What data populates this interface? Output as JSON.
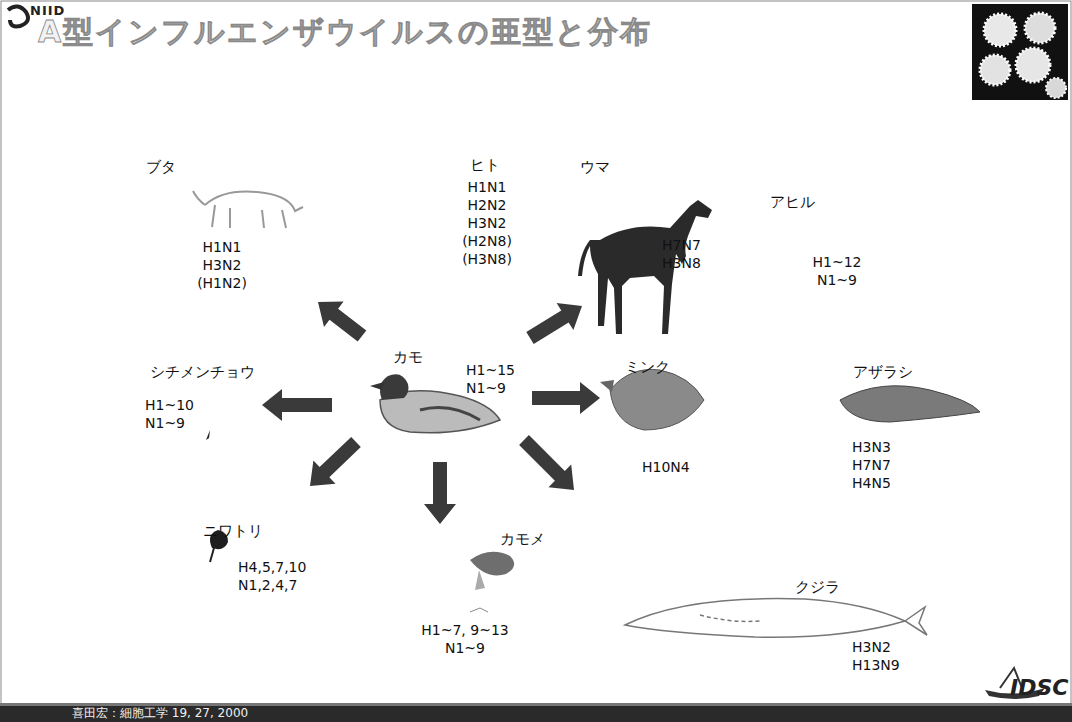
{
  "diagram": {
    "title": "A型インフルエンザウイルスの亜型と分布",
    "nodes": [
      {
        "text": [
          "ブタ",
          "H1N1 H3N2 (H1N2)"
        ]
      },
      {
        "text": [
          "ヒト",
          "H1N1 H2N2 H3N2 (H2N8) (H3N8)"
        ]
      },
      {
        "text": [
          "ウマ",
          "H7N7 H3N8"
        ]
      },
      {
        "text": [
          "アヒル",
          "H1~12 N1~9"
        ]
      },
      {
        "text": [
          "シチメンチョウ",
          "H1~10 N1~9"
        ]
      },
      {
        "text": [
          "カモ",
          "H1~15 N1~9"
        ]
      },
      {
        "text": [
          "ミンク",
          "H10N4"
        ]
      },
      {
        "text": [
          "アザラシ",
          "H3N3 H7N7 H4N5"
        ]
      },
      {
        "text": [
          "ニワトリ",
          "H4,5,7,10 N1,2,4,7"
        ]
      },
      {
        "text": [
          "カモメ",
          "H1~7, 9~13 N1~9"
        ]
      },
      {
        "text": [
          "クジラ",
          "H3N2 H13N9"
        ]
      }
    ],
    "edges": [
      {
        "from": 5,
        "to": 0,
        "arrow": "to"
      },
      {
        "from": 5,
        "to": 2,
        "arrow": "to"
      },
      {
        "from": 5,
        "to": 4,
        "arrow": "to"
      },
      {
        "from": 5,
        "to": 6,
        "arrow": "to"
      },
      {
        "from": 5,
        "to": 8,
        "arrow": "to"
      },
      {
        "from": 5,
        "to": 9,
        "arrow": "to"
      },
      {
        "from": 5,
        "to": 10,
        "arrow": "to"
      }
    ],
    "labels": [
      "NIID",
      "IDSC",
      "喜田宏：細胞工学 19, 27, 2000"
    ]
  }
}
